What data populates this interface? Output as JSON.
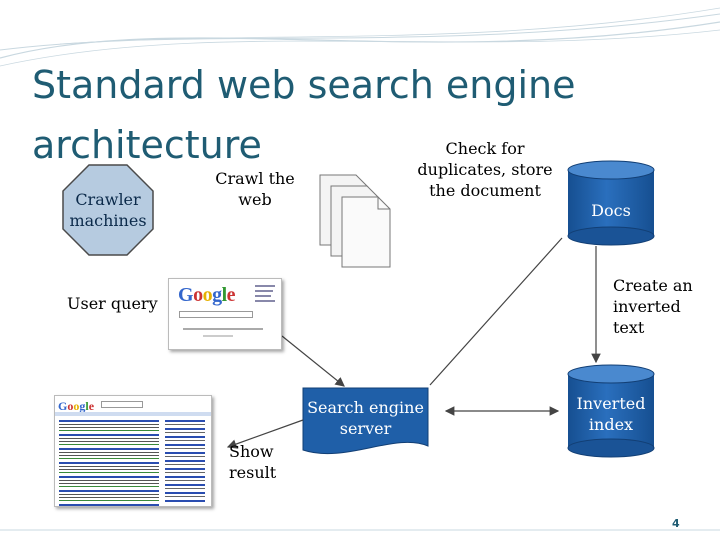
{
  "slide": {
    "title": "Standard web search engine architecture",
    "page_number": "4"
  },
  "nodes": {
    "crawler_machines": "Crawler machines",
    "docs": "Docs",
    "inverted_index": "Inverted index",
    "search_engine_server": "Search engine server"
  },
  "labels": {
    "crawl_the_web": "Crawl the web",
    "check_duplicates": "Check for duplicates, store the document",
    "create_inverted_text": "Create an inverted text",
    "user_query": "User query",
    "show_result": "Show result"
  },
  "images": {
    "google_logo": "Google"
  },
  "colors": {
    "title": "#1f5c73",
    "node_fill": "#1f5fa8",
    "node_stroke": "#123f75"
  }
}
